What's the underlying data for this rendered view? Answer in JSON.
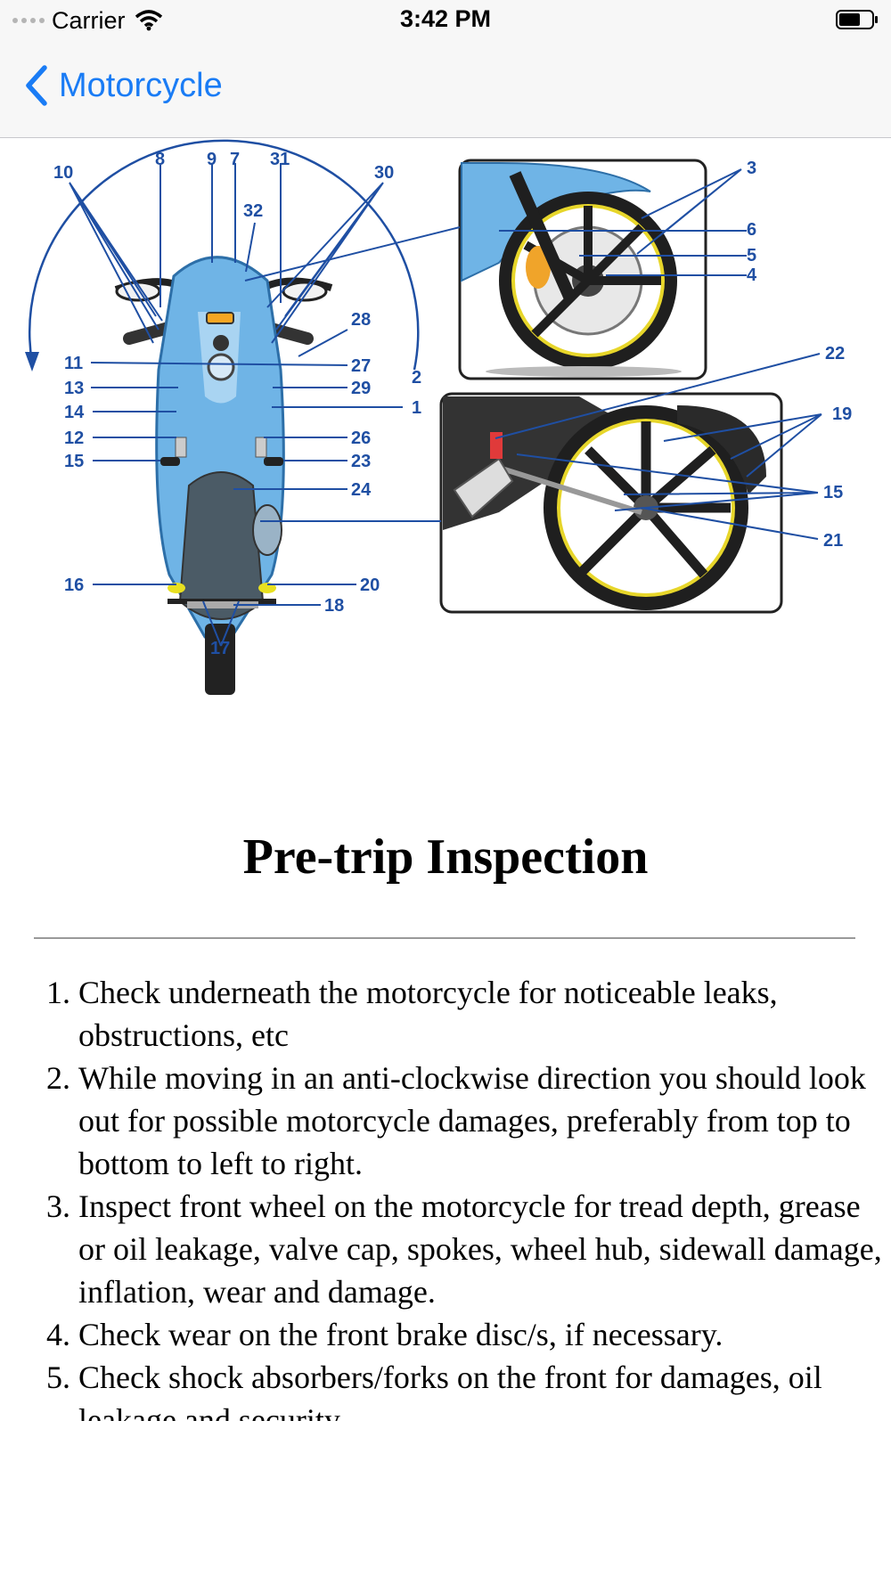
{
  "status_bar": {
    "carrier": "Carrier",
    "time": "3:42 PM"
  },
  "nav": {
    "back_label": "Motorcycle"
  },
  "diagram": {
    "labels": [
      "1",
      "2",
      "3",
      "4",
      "5",
      "6",
      "8",
      "9",
      "7",
      "10",
      "11",
      "12",
      "13",
      "14",
      "15",
      "16",
      "17",
      "18",
      "19",
      "20",
      "21",
      "22",
      "23",
      "24",
      "26",
      "27",
      "28",
      "29",
      "30",
      "31",
      "32"
    ]
  },
  "page": {
    "title": "Pre-trip Inspection",
    "steps": [
      "Check underneath the motorcycle for noticeable leaks, obstructions, etc",
      "While moving in an anti-clockwise direction you should look out for possible motorcycle damages, preferably from top to bottom to left to right.",
      "Inspect front wheel on the motorcycle for tread depth, grease or oil leakage, valve cap, spokes, wheel hub, sidewall damage, inflation, wear and damage.",
      "Check wear on the front brake disc/s, if necessary.",
      "Check shock absorbers/forks on the front for damages, oil leakage and security."
    ]
  },
  "colors": {
    "accent": "#1a7cf5",
    "callout": "#1f4fa3",
    "body_blue": "#6fb4e6"
  }
}
